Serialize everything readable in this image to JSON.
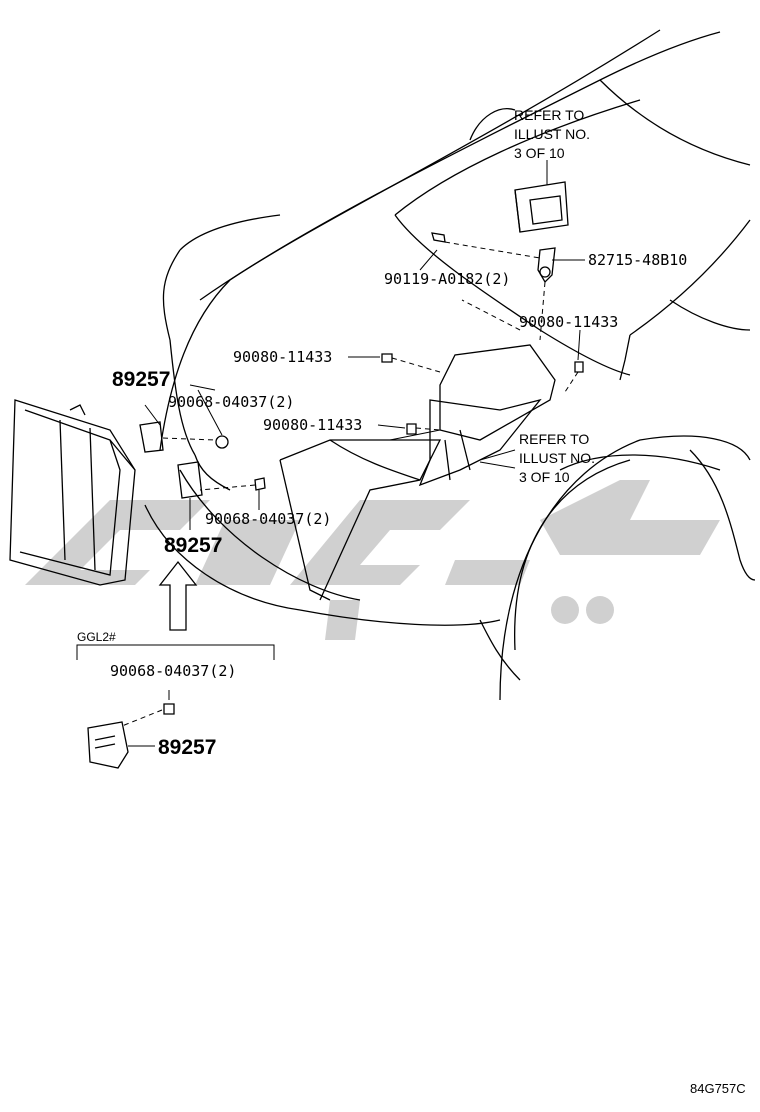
{
  "refer_notes": {
    "top": [
      "REFER TO",
      "ILLUST NO.",
      "3 OF 10"
    ],
    "middle": [
      "REFER TO",
      "ILLUST NO.",
      "3 OF 10"
    ]
  },
  "callouts": {
    "part_82715": "82715-48B10",
    "part_90119": "90119-A0182(2)",
    "part_90080_right": "90080-11433",
    "part_90080_left": "90080-11433",
    "part_90080_mid": "90080-11433",
    "part_89257_top": "89257",
    "part_90068_top": "90068-04037(2)",
    "part_90068_mid": "90068-04037(2)",
    "part_89257_mid": "89257",
    "part_90068_ggl": "90068-04037(2)",
    "part_89257_ggl": "89257"
  },
  "variant_label": "GGL2#",
  "illustration_code": "84G757C",
  "watermark_color": "#c8c8c8",
  "line_color": "#000000"
}
